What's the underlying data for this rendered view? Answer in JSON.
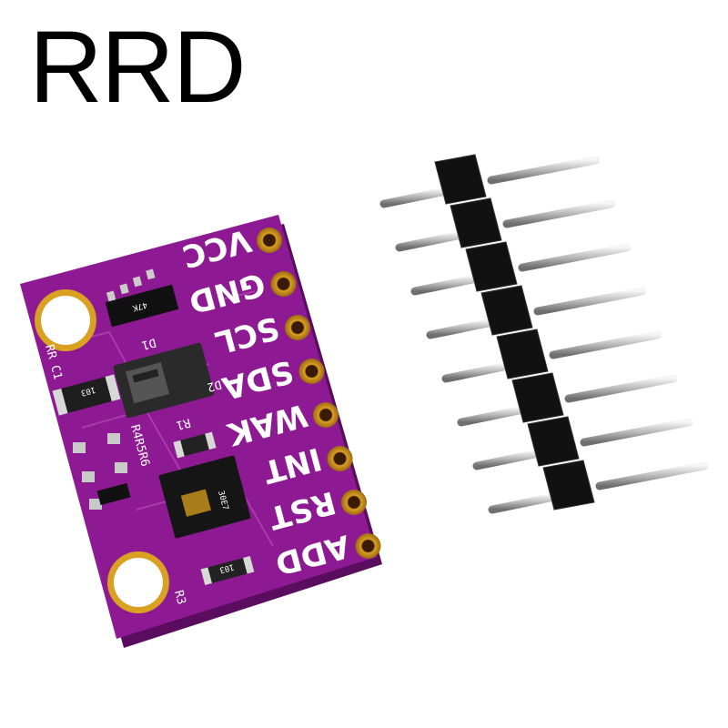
{
  "watermark": "RRD",
  "board": {
    "color": "#8e1a93",
    "pin_labels": [
      "VCC",
      "GND",
      "SCL",
      "SDA",
      "WAK",
      "INT",
      "RST",
      "ADD"
    ],
    "silkscreen": {
      "rr_c1": "RR C1",
      "r3": "R3",
      "r1": "R1",
      "code_103_a": "103",
      "code_103_b": "103",
      "code_47k": "47K",
      "designators": "R4R5R6",
      "d1": "D1",
      "d2": "D2",
      "sensor_code": "30E7"
    }
  },
  "header": {
    "pin_count": 8,
    "body_color": "#111111",
    "pin_color": "#d9d9d9"
  }
}
